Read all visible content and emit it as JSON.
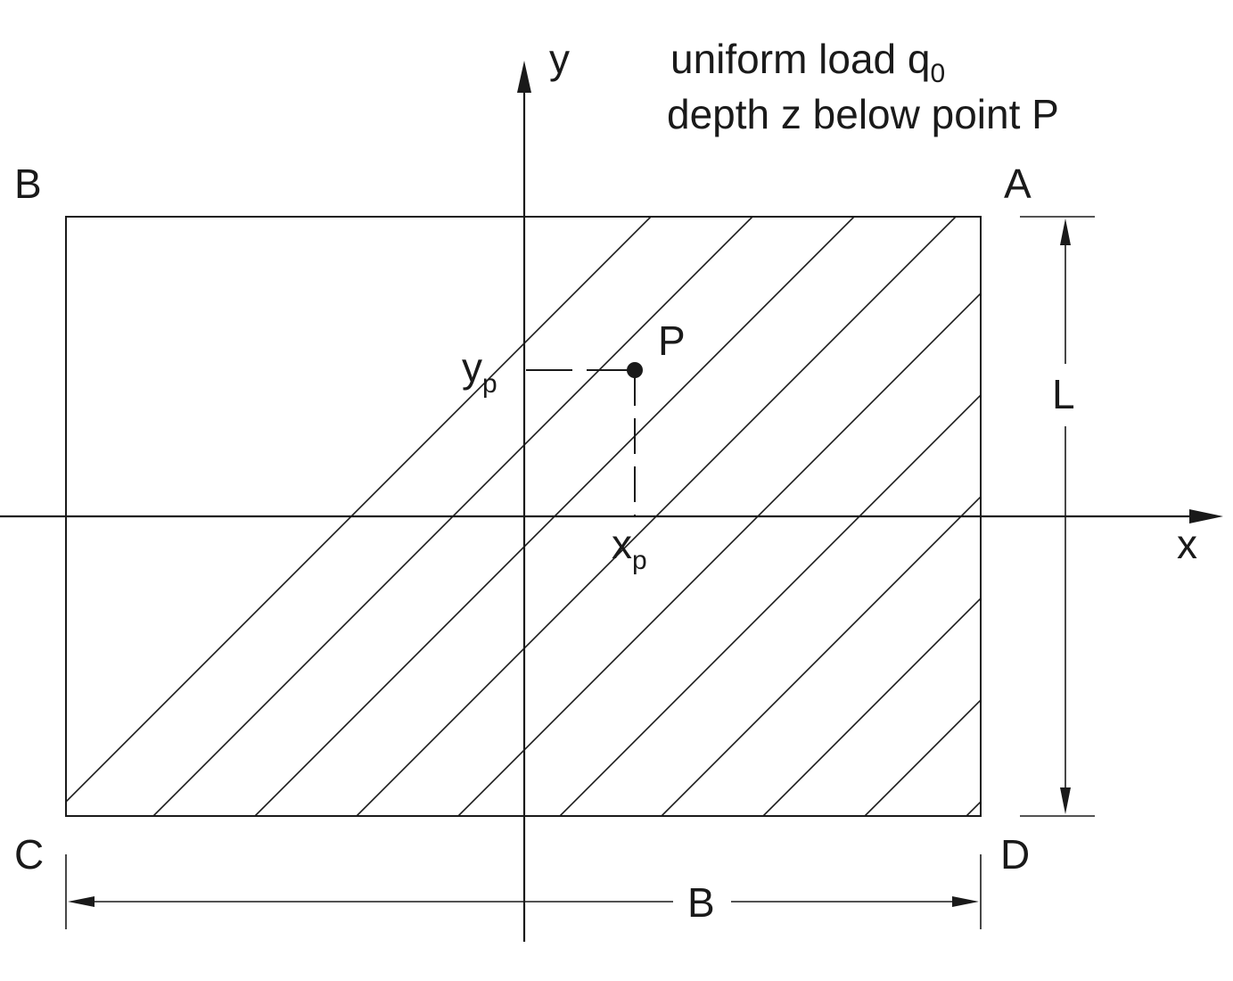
{
  "annotations": {
    "line1_text": "uniform load q",
    "line1_subscript": "0",
    "line2": "depth z below point P"
  },
  "corners": {
    "a": "A",
    "b": "B",
    "c": "C",
    "d": "D"
  },
  "axes": {
    "x": "x",
    "y": "y"
  },
  "point": {
    "label": "P",
    "xp_base": "x",
    "xp_sub": "p",
    "yp_base": "y",
    "yp_sub": "p"
  },
  "dimensions": {
    "length": "L",
    "width": "B"
  },
  "colors": {
    "ink": "#1a1a1a",
    "background": "#ffffff"
  }
}
